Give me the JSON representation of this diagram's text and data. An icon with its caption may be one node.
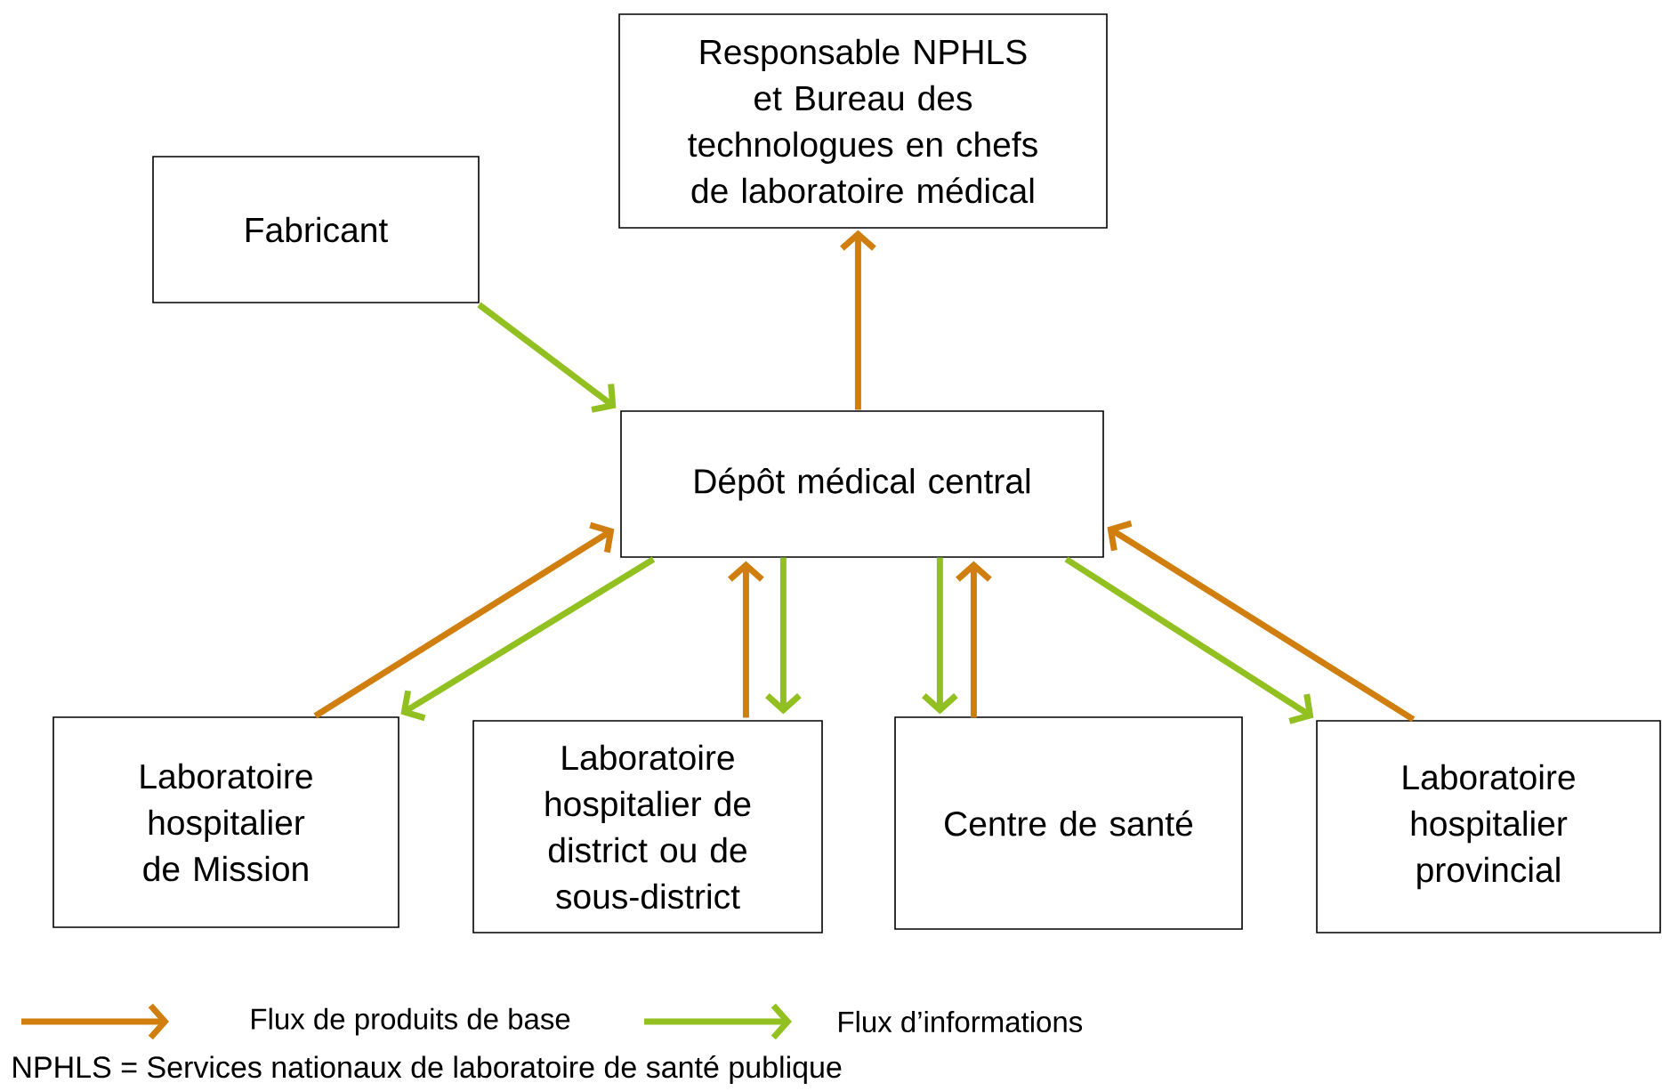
{
  "diagram": {
    "nodes": [
      {
        "text": [
          "Responsable NPHLS et Bureau des technologues en chefs de laboratoire médical"
        ]
      },
      {
        "text": [
          "Fabricant"
        ]
      },
      {
        "text": [
          "Dépôt médical central"
        ]
      },
      {
        "text": [
          "Laboratoire hospitalier de Mission"
        ]
      },
      {
        "text": [
          "Laboratoire hospitalier de district ou de sous-district"
        ]
      },
      {
        "text": [
          "Centre de santé"
        ]
      },
      {
        "text": [
          "Laboratoire hospitalier provincial"
        ]
      }
    ],
    "edges": [
      {
        "from": 2,
        "to": 0,
        "arrow": "to",
        "color": "#d07f0e"
      },
      {
        "from": 1,
        "to": 2,
        "arrow": "to",
        "color": "#92c020"
      },
      {
        "from": 3,
        "to": 2,
        "arrow": "to",
        "color": "#d07f0e"
      },
      {
        "from": 2,
        "to": 3,
        "arrow": "to",
        "color": "#92c020"
      },
      {
        "from": 4,
        "to": 2,
        "arrow": "to",
        "color": "#d07f0e"
      },
      {
        "from": 2,
        "to": 4,
        "arrow": "to",
        "color": "#92c020"
      },
      {
        "from": 2,
        "to": 5,
        "arrow": "to",
        "color": "#92c020"
      },
      {
        "from": 5,
        "to": 2,
        "arrow": "to",
        "color": "#d07f0e"
      },
      {
        "from": 2,
        "to": 6,
        "arrow": "to",
        "color": "#92c020"
      },
      {
        "from": 6,
        "to": 2,
        "arrow": "to",
        "color": "#d07f0e"
      }
    ],
    "labels": [
      "NPHLS = Services nationaux de laboratoire de santé publique"
    ],
    "legend": [
      {
        "text": "Flux de produits de base"
      },
      {
        "text": "Flux d’informations"
      }
    ]
  }
}
